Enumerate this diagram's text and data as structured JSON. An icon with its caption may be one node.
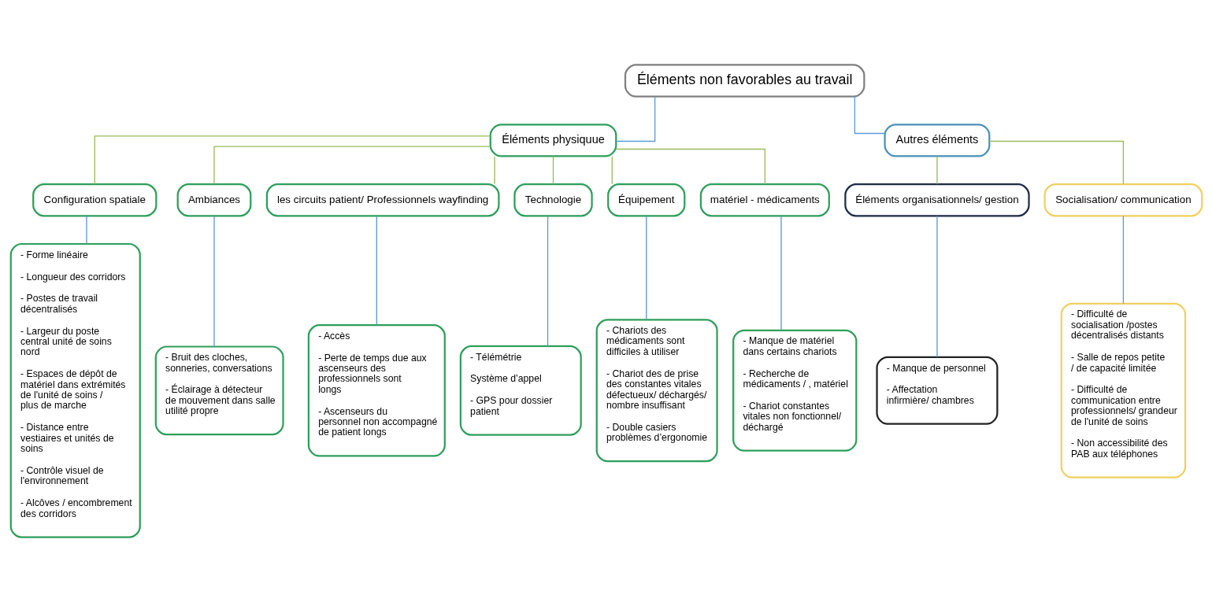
{
  "diagram": {
    "nodes": [
      {
        "text": [
          "Éléments non favorables au travail"
        ]
      },
      {
        "text": [
          "Éléments physiquue"
        ]
      },
      {
        "text": [
          "Autres éléments"
        ]
      },
      {
        "text": [
          "Configuration spatiale"
        ]
      },
      {
        "text": [
          "Ambiances"
        ]
      },
      {
        "text": [
          "les circuits patient/ Professionnels wayfinding"
        ]
      },
      {
        "text": [
          "Technologie"
        ]
      },
      {
        "text": [
          "Équipement"
        ]
      },
      {
        "text": [
          "matériel - médicaments"
        ]
      },
      {
        "text": [
          "Éléments organisationnels/ gestion"
        ]
      },
      {
        "text": [
          "Socialisation/ communication"
        ]
      },
      {
        "text": [
          "- Forme linéaire",
          "- Longueur des corridors",
          "- Postes de travail décentralisés",
          "- Largeur du poste central unité de soins nord",
          "- Espaces de dépôt de matériel dans extrémités de l'unité de soins / plus de marche",
          "- Distance entre vestiaires et unités de soins",
          "- Contrôle visuel de l'environnement",
          "- Alcôves / encombrement des corridors"
        ]
      },
      {
        "text": [
          "- Bruit des cloches, sonneries, conversations",
          "- Éclairage à détecteur de mouvement dans salle utilité propre"
        ]
      },
      {
        "text": [
          "- Accès",
          "- Perte de temps due aux ascenseurs des professionnels sont longs",
          "- Ascenseurs du personnel non accompagné de patient longs"
        ]
      },
      {
        "text": [
          "- Télémétrie",
          "Système d’appel",
          "- GPS pour dossier patient"
        ]
      },
      {
        "text": [
          "- Chariots des médicaments sont difficiles à utiliser",
          "- Chariot des de prise des constantes vitales défectueux/ déchargés/ nombre insuffisant",
          "- Double casiers problèmes d’ergonomie"
        ]
      },
      {
        "text": [
          "- Manque de matériel dans certains chariots",
          "- Recherche de médicaments / , matériel",
          "- Chariot constantes vitales non fonctionnel/ déchargé"
        ]
      },
      {
        "text": [
          "- Manque de personnel",
          "- Affectation infirmière/ chambres"
        ]
      },
      {
        "text": [
          "- Difficulté de socialisation /postes décentralisés distants",
          "- Salle de repos petite / de capacité limitée",
          "- Difficulté de communication entre professionnels/ grandeur de l'unité de soins",
          "- Non accessibilité des PAB aux téléphones"
        ]
      }
    ],
    "edges": [
      {
        "from": 0,
        "to": 1,
        "arrow": "none"
      },
      {
        "from": 0,
        "to": 2,
        "arrow": "none"
      },
      {
        "from": 1,
        "to": 3,
        "arrow": "none",
        "color": "#9bbb59"
      },
      {
        "from": 1,
        "to": 4,
        "arrow": "none",
        "color": "#9bbb59"
      },
      {
        "from": 1,
        "to": 5,
        "arrow": "none",
        "color": "#9bbb59"
      },
      {
        "from": 1,
        "to": 6,
        "arrow": "none",
        "color": "#9bbb59"
      },
      {
        "from": 1,
        "to": 7,
        "arrow": "none",
        "color": "#9bbb59"
      },
      {
        "from": 1,
        "to": 8,
        "arrow": "none",
        "color": "#9bbb59"
      },
      {
        "from": 2,
        "to": 9,
        "arrow": "none",
        "color": "#9bbb59"
      },
      {
        "from": 2,
        "to": 10,
        "arrow": "none",
        "color": "#9bbb59"
      },
      {
        "from": 3,
        "to": 11,
        "arrow": "none"
      },
      {
        "from": 4,
        "to": 12,
        "arrow": "none"
      },
      {
        "from": 5,
        "to": 13,
        "arrow": "none"
      },
      {
        "from": 6,
        "to": 14,
        "arrow": "none"
      },
      {
        "from": 7,
        "to": 15,
        "arrow": "none"
      },
      {
        "from": 8,
        "to": 16,
        "arrow": "none"
      },
      {
        "from": 9,
        "to": 17,
        "arrow": "none"
      },
      {
        "from": 10,
        "to": 18,
        "arrow": "none"
      }
    ]
  }
}
